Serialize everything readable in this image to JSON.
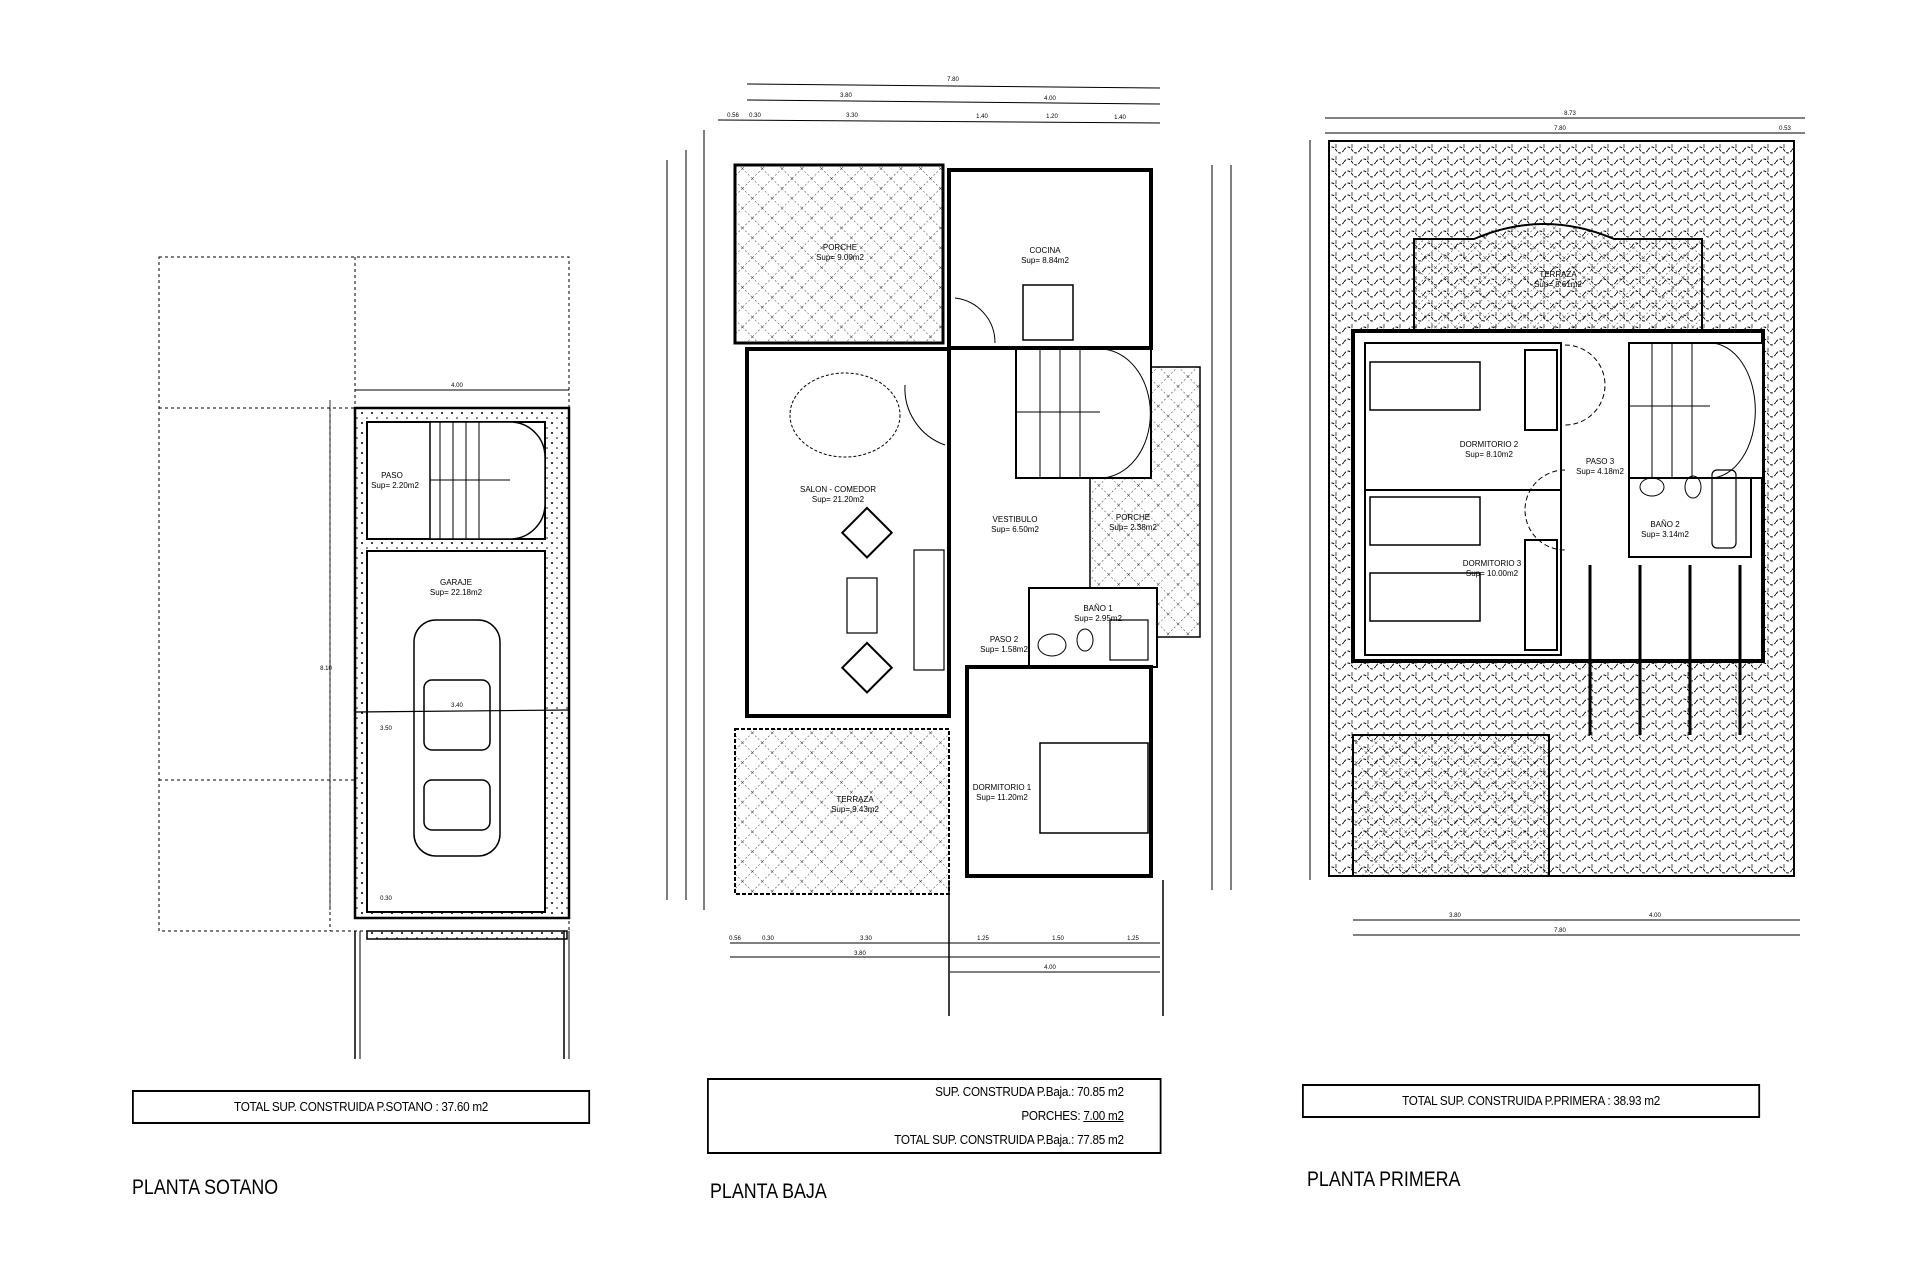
{
  "plans": {
    "sotano": {
      "title": "PLANTA SOTANO",
      "summary": "TOTAL SUP. CONSTRUIDA P.SOTANO : 37.60 m2",
      "rooms": [
        {
          "name": "PASO",
          "area": "Sup= 2.20m2"
        },
        {
          "name": "GARAJE",
          "area": "Sup= 22.18m2"
        }
      ],
      "dims": [
        "4.00",
        "3.40",
        "8.10",
        "3.50",
        "0.30"
      ]
    },
    "baja": {
      "title": "PLANTA BAJA",
      "summary_built_label": "SUP. CONSTRUDA P.Baja.:",
      "summary_built_value": "70.85 m2",
      "summary_porches_label": "PORCHES:",
      "summary_porches_value": "7.00 m2",
      "summary_total_label": "TOTAL SUP. CONSTRUIDA P.Baja.:",
      "summary_total_value": "77.85 m2",
      "rooms": [
        {
          "name": "PORCHE",
          "area": "Sup= 9.00m2"
        },
        {
          "name": "COCINA",
          "area": "Sup= 8.84m2"
        },
        {
          "name": "SALON - COMEDOR",
          "area": "Sup= 21.20m2"
        },
        {
          "name": "VESTIBULO",
          "area": "Sup= 6.50m2"
        },
        {
          "name": "PORCHE",
          "area": "Sup= 2.38m2"
        },
        {
          "name": "BAÑO 1",
          "area": "Sup= 2.95m2"
        },
        {
          "name": "PASO 2",
          "area": "Sup= 1.58m2"
        },
        {
          "name": "DORMITORIO 1",
          "area": "Sup= 11.20m2"
        },
        {
          "name": "TERRAZA",
          "area": "Sup= 9.43m2"
        }
      ],
      "dims_top": [
        "7.80",
        "3.80",
        "4.00",
        "0.56",
        "0.30",
        "3.30",
        "1.40",
        "1.20",
        "1.40"
      ],
      "dims_bottom": [
        "0.56",
        "0.30",
        "3.30",
        "1.25",
        "1.50",
        "1.25",
        "3.80",
        "4.00"
      ]
    },
    "primera": {
      "title": "PLANTA PRIMERA",
      "summary": "TOTAL SUP. CONSTRUIDA P.PRIMERA : 38.93 m2",
      "rooms": [
        {
          "name": "TERRAZA",
          "area": "Sup= 8.61m2"
        },
        {
          "name": "DORMITORIO 2",
          "area": "Sup= 8.10m2"
        },
        {
          "name": "PASO 3",
          "area": "Sup= 4.18m2"
        },
        {
          "name": "BAÑO 2",
          "area": "Sup= 3.14m2"
        },
        {
          "name": "DORMITORIO 3",
          "area": "Sup= 10.00m2"
        }
      ],
      "dims_top": [
        "8.73",
        "7.80",
        "0.53"
      ],
      "dims_bottom": [
        "3.80",
        "4.00",
        "7.80"
      ]
    }
  }
}
